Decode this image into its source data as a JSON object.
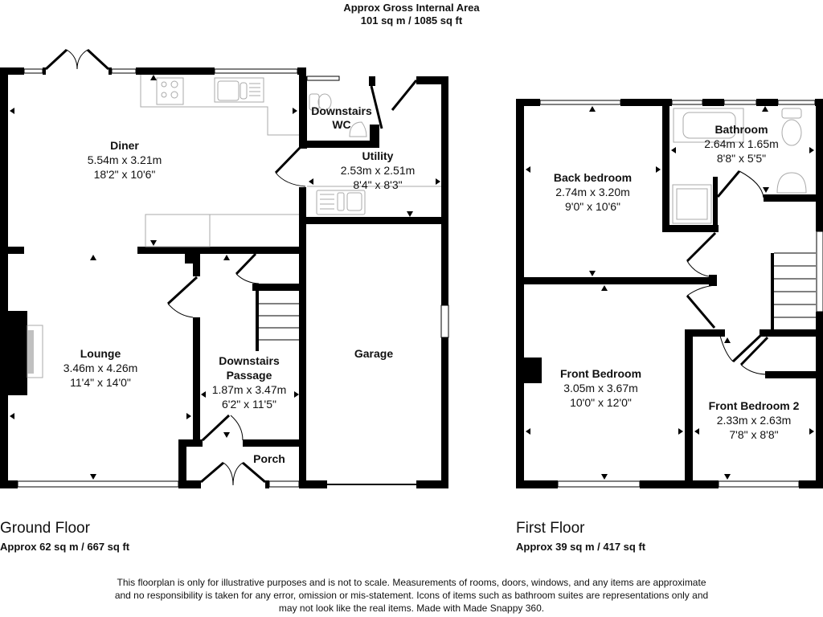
{
  "header": {
    "title": "Approx Gross Internal Area",
    "area": "101 sq m / 1085 sq ft"
  },
  "ground_floor": {
    "title": "Ground Floor",
    "area": "Approx 62 sq m / 667 sq ft",
    "rooms": [
      {
        "name": "Diner",
        "metric": "5.54m x 3.21m",
        "imperial": "18'2\" x 10'6\""
      },
      {
        "name": "Downstairs WC",
        "name_line1": "Downstairs",
        "name_line2": "WC"
      },
      {
        "name": "Utility",
        "metric": "2.53m x 2.51m",
        "imperial": "8'4\" x 8'3\""
      },
      {
        "name": "Lounge",
        "metric": "3.46m x 4.26m",
        "imperial": "11'4\" x 14'0\""
      },
      {
        "name": "Downstairs Passage",
        "name_line1": "Downstairs",
        "name_line2": "Passage",
        "metric": "1.87m x 3.47m",
        "imperial": "6'2\" x 11'5\""
      },
      {
        "name": "Garage"
      },
      {
        "name": "Porch"
      }
    ]
  },
  "first_floor": {
    "title": "First Floor",
    "area": "Approx 39 sq m / 417 sq ft",
    "rooms": [
      {
        "name": "Back bedroom",
        "metric": "2.74m x 3.20m",
        "imperial": "9'0\" x 10'6\""
      },
      {
        "name": "Bathroom",
        "metric": "2.64m x 1.65m",
        "imperial": "8'8\" x 5'5\""
      },
      {
        "name": "Front Bedroom",
        "metric": "3.05m x 3.67m",
        "imperial": "10'0\" x 12'0\""
      },
      {
        "name": "Front Bedroom 2",
        "metric": "2.33m x 2.63m",
        "imperial": "7'8\" x 8'8\""
      }
    ]
  },
  "disclaimer": {
    "line1": "This floorplan is only for illustrative purposes and is not to scale. Measurements of rooms, doors, windows, and any items are approximate",
    "line2": "and no responsibility is taken for any error, omission or mis-statement. Icons of items such as bathroom suites are representations only and",
    "line3": "may not look like the real items. Made with Made Snappy 360."
  },
  "colors": {
    "wall": "#000000",
    "fixture": "#b0b0b0",
    "background": "#ffffff"
  }
}
